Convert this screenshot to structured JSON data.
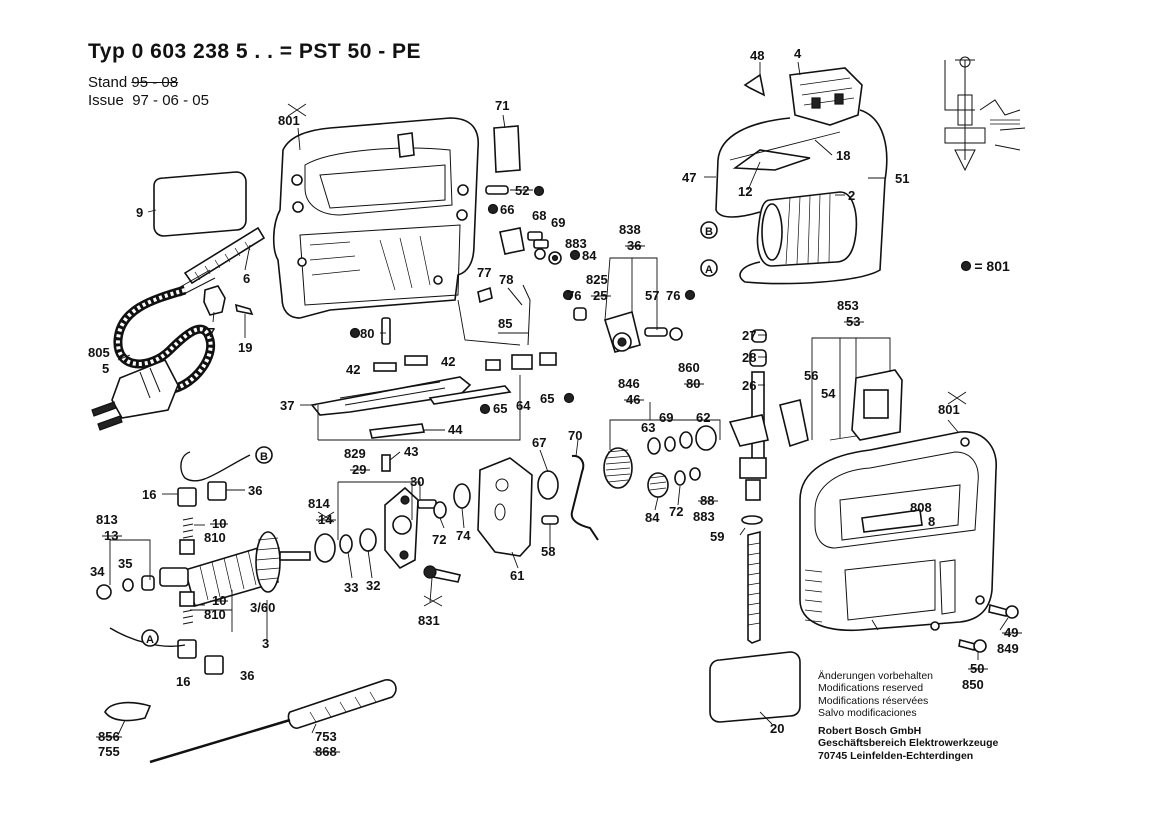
{
  "header": {
    "type_prefix": "Typ",
    "type_number": "0 603 238 5 . . = PST 50 - PE",
    "stand_label": "Stand",
    "stand_value": "95 - 08",
    "issue_label": "Issue",
    "issue_value": "97 - 06 - 05"
  },
  "legend": {
    "dot_symbol": "●",
    "dot_meaning": "= 801"
  },
  "notes": [
    "Änderungen vorbehalten",
    "Modifications reserved",
    "Modifications réservées",
    "Salvo modificaciones"
  ],
  "company": [
    "Robert Bosch GmbH",
    "Geschäftsbereich Elektrowerkzeuge",
    "70745 Leinfelden-Echterdingen"
  ],
  "part_labels": {
    "p801a": "801",
    "p71": "71",
    "p52": "52",
    "p9": "9",
    "p66": "66",
    "p68": "68",
    "p69a": "69",
    "p883a": "883",
    "p84a": "84",
    "p838": "838",
    "p838b": "36",
    "p825": "825",
    "p825b": "25",
    "p57": "57",
    "p76a": "76",
    "p76b": "76",
    "p6": "6",
    "p7": "7",
    "p19": "19",
    "p77": "77",
    "p78": "78",
    "p85": "85",
    "p80": "80",
    "p805": "805",
    "p5": "5",
    "p42a": "42",
    "p42b": "42",
    "p37": "37",
    "p64": "64",
    "p65a": "65",
    "p65b": "65",
    "p44": "44",
    "p48": "48",
    "p4": "4",
    "p18": "18",
    "p47": "47",
    "p12": "12",
    "p2": "2",
    "p51": "51",
    "pB1": "B",
    "pA1": "A",
    "p853": "853",
    "p853b": "53",
    "p56": "56",
    "p54": "54",
    "p801b": "801",
    "p27": "27",
    "p28": "28",
    "p26": "26",
    "p860": "860",
    "p860b": "80",
    "p846": "846",
    "p846b": "46",
    "p63": "63",
    "p69b": "69",
    "p62": "62",
    "p67": "67",
    "p70": "70",
    "p829": "829",
    "p829b": "29",
    "p43": "43",
    "p30": "30",
    "pB2": "B",
    "p16a": "16",
    "p36a": "36",
    "p813": "813",
    "p813b": "13",
    "p10a": "10",
    "p810a": "810",
    "p814": "814",
    "p814b": "14",
    "p72a": "72",
    "p74": "74",
    "p34": "34",
    "p35": "35",
    "p33": "33",
    "p32": "32",
    "p10b": "10",
    "p810b": "810",
    "p3_60": "3/60",
    "p3": "3",
    "p831": "831",
    "p61": "61",
    "p58": "58",
    "p84b": "84",
    "p72b": "72",
    "p88": "88",
    "p883b": "883",
    "p59": "59",
    "p808": "808",
    "p8": "8",
    "pA2": "A",
    "p16b": "16",
    "p36b": "36",
    "p49": "49",
    "p849": "849",
    "p50": "50",
    "p850": "850",
    "p20": "20",
    "p856": "856",
    "p755": "755",
    "p753": "753",
    "p868": "868"
  }
}
